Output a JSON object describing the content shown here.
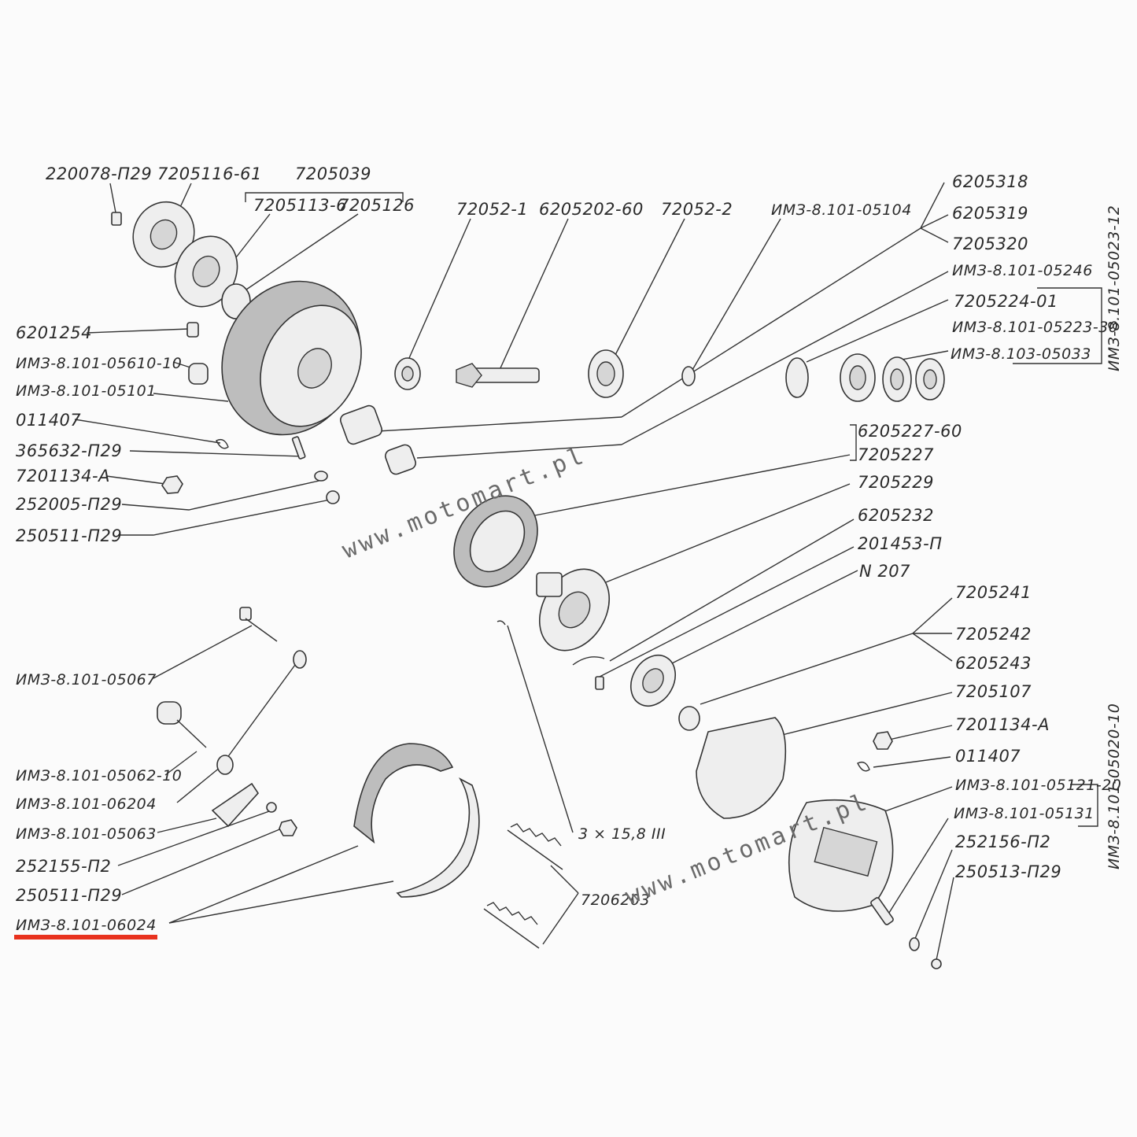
{
  "labels": {
    "l01": "220078-П29",
    "l02": "7205116-61",
    "l03": "7205039",
    "l04": "7205113-6",
    "l05": "7205126",
    "l06": "72052-1",
    "l07": "6205202-60",
    "l08": "72052-2",
    "l09": "ИМЗ-8.101-05104",
    "l10": "6205318",
    "l11": "6205319",
    "l12": "7205320",
    "l13": "ИМЗ-8.101-05246",
    "l14": "7205224-01",
    "l15": "ИМЗ-8.101-05223-30",
    "l16": "ИМЗ-8.103-05033",
    "l17": "ИМЗ-8.101-05023-12",
    "l18": "6201254",
    "l19": "ИМЗ-8.101-05610-10",
    "l20": "ИМЗ-8.101-05101",
    "l21": "011407",
    "l22": "365632-П29",
    "l23": "7201134-А",
    "l24": "252005-П29",
    "l25": "250511-П29",
    "l26": "6205227-60",
    "l27": "7205227",
    "l28": "7205229",
    "l29": "6205232",
    "l30": "201453-П",
    "l31": "N 207",
    "l32": "7205241",
    "l33": "7205242",
    "l34": "6205243",
    "l35": "7205107",
    "l36": "7201134-А",
    "l37": "011407",
    "l38": "ИМЗ-8.101-05121-20",
    "l39": "ИМЗ-8.101-05131",
    "l40": "252156-П2",
    "l41": "250513-П29",
    "l42": "ИМЗ-8.101-05020-10",
    "l43": "ИМЗ-8.101-05067",
    "l44": "ИМЗ-8.101-05062-10",
    "l45": "ИМЗ-8.101-06204",
    "l46": "ИМЗ-8.101-05063",
    "l47": "252155-П2",
    "l48": "250511-П29",
    "l49": "ИМЗ-8.101-06024",
    "l50": "3 × 15,8 III",
    "l51": "7206203"
  },
  "watermark": "www.motomart.pl",
  "highlight_color": "#e8321e"
}
